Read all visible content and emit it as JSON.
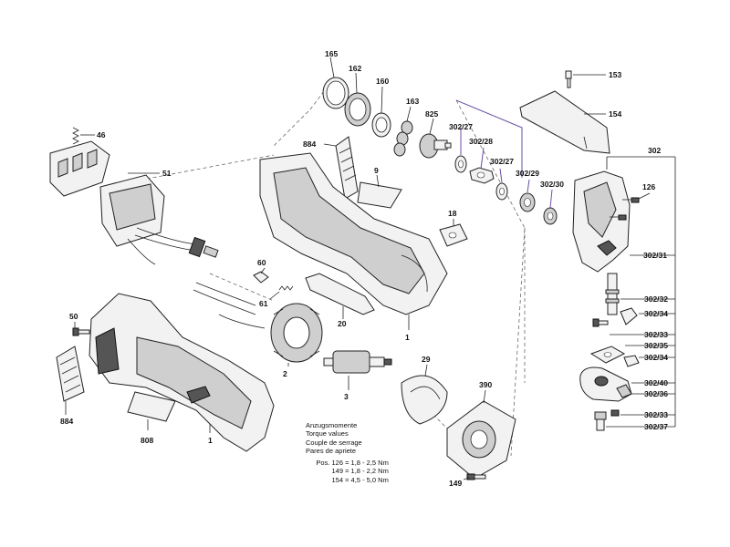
{
  "labels": {
    "l165": "165",
    "l162": "162",
    "l160": "160",
    "l163": "163",
    "l825": "825",
    "l302_27a": "302/27",
    "l302_28": "302/28",
    "l302_27b": "302/27",
    "l302_29": "302/29",
    "l302_30": "302/30",
    "l153": "153",
    "l154": "154",
    "l302": "302",
    "l126": "126",
    "l302_31": "302/31",
    "l302_32": "302/32",
    "l302_34a": "302/34",
    "l302_33a": "302/33",
    "l302_35": "302/35",
    "l302_34b": "302/34",
    "l302_40": "302/40",
    "l302_36": "302/36",
    "l302_33b": "302/33",
    "l302_37": "302/37",
    "l46": "46",
    "l51": "51",
    "l884a": "884",
    "l9": "9",
    "l18": "18",
    "l1a": "1",
    "l60": "60",
    "l61": "61",
    "l20": "20",
    "l50": "50",
    "l2": "2",
    "l3": "3",
    "l29": "29",
    "l390": "390",
    "l884b": "884",
    "l808": "808",
    "l1b": "1",
    "l149": "149"
  },
  "torque_note": {
    "lines": [
      "Anzugsmomente",
      "Torque values",
      "Couple de serrage",
      "Pares de apriete"
    ],
    "rows": [
      {
        "pos": "Pos. 126",
        "value": "= 1,8 - 2,5 Nm"
      },
      {
        "pos": "149",
        "value": "= 1,8 - 2,2 Nm"
      },
      {
        "pos": "154",
        "value": "= 4,5 - 5,0 Nm"
      }
    ]
  }
}
